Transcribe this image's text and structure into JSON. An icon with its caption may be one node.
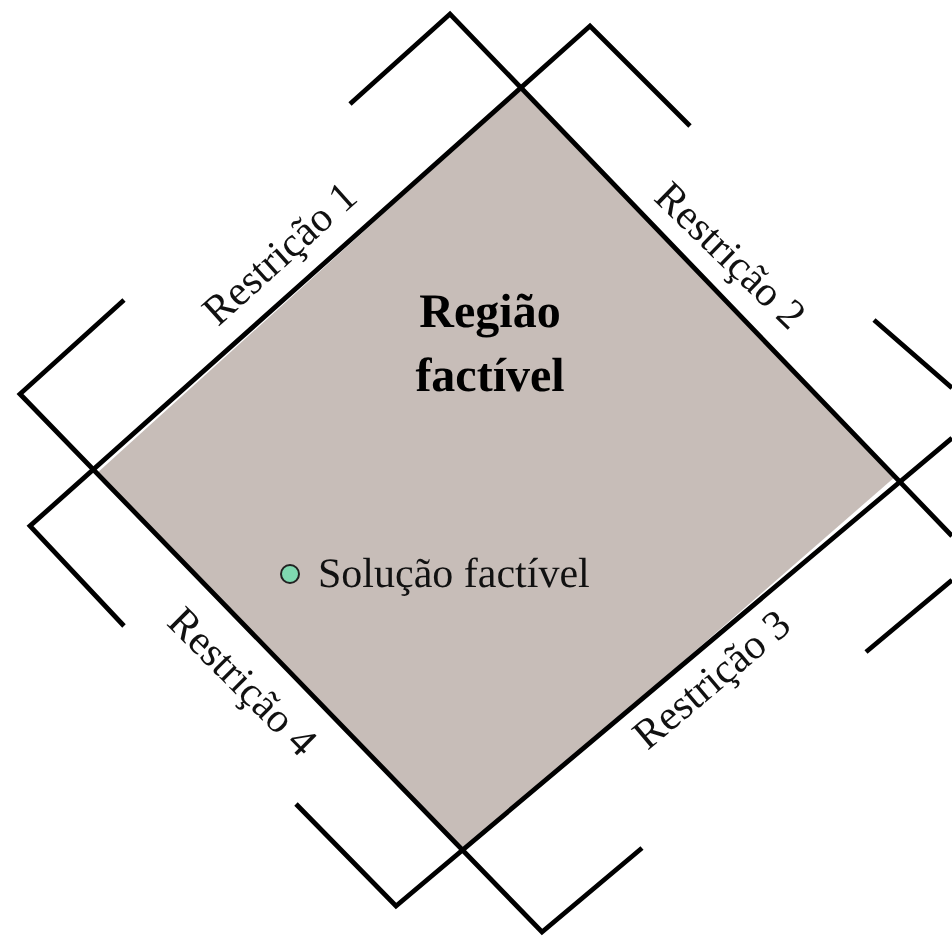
{
  "diagram": {
    "nodes": [
      {
        "text": [
          "Região factível"
        ]
      },
      {
        "text": [],
        "shape": "circle",
        "in": 0,
        "beside": [
          "Solução factível"
        ]
      }
    ],
    "labels": [
      "Restrição 1",
      "Restrição 2",
      "Restrição 3",
      "Restrição 4"
    ]
  }
}
